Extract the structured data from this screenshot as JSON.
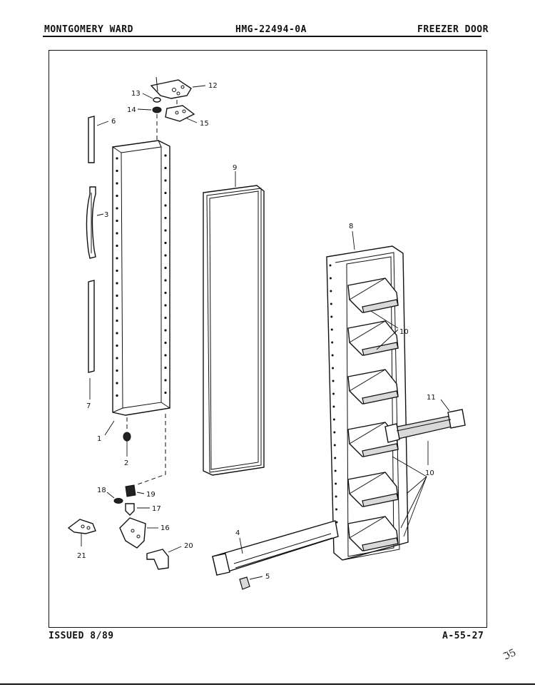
{
  "header": {
    "brand": "MONTGOMERY WARD",
    "model": "HMG-22494-0A",
    "section": "FREEZER DOOR"
  },
  "footer": {
    "issued": "ISSUED 8/89",
    "page": "A-55-27"
  },
  "handwritten_mark": "ℑ5",
  "callouts": {
    "c1": "1",
    "c2": "2",
    "c3": "3",
    "c4": "4",
    "c5": "5",
    "c6": "6",
    "c7": "7",
    "c8": "8",
    "c9": "9",
    "c10a": "10",
    "c10b": "10",
    "c11": "11",
    "c12": "12",
    "c13": "13",
    "c14": "14",
    "c15": "15",
    "c16": "16",
    "c17": "17",
    "c18": "18",
    "c19": "19",
    "c20": "20",
    "c21": "21"
  }
}
